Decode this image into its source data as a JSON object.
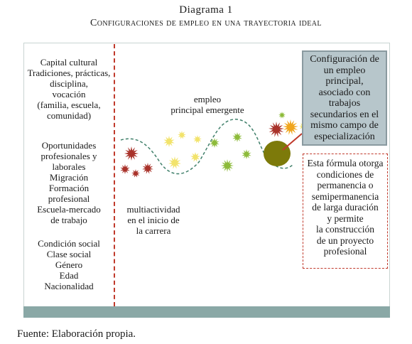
{
  "title_number": "Diagrama 1",
  "title_main": "Configuraciones de empleo en una trayectoria ideal",
  "left_column": {
    "group1": [
      "Capital cultural",
      "Tradiciones, prácticas,",
      "disciplina,",
      "vocación",
      "(familia, escuela,",
      "comunidad)"
    ],
    "group2": [
      "Oportunidades",
      "profesionales y",
      "laborales",
      "Migración",
      "Formación",
      "profesional",
      "Escuela-mercado",
      "de trabajo"
    ],
    "group3": [
      "Condición social",
      "Clase social",
      "Género",
      "Edad",
      "Nacionalidad"
    ]
  },
  "labels": {
    "emergent": [
      "empleo",
      "principal emergente"
    ],
    "multi": [
      "multiactividad",
      "en el inicio de",
      "la carrera"
    ]
  },
  "box_config": [
    "Configuración de",
    "un empleo",
    "principal,",
    "asociado con",
    "trabajos",
    "secundarios en el",
    "mismo campo de",
    "especialización"
  ],
  "box_formula": [
    "Esta fórmula otorga",
    "condiciones de",
    "permanencia o",
    "semipermanencia",
    "de larga duración",
    "y permite",
    "la construcción",
    "de un proyecto",
    "profesional"
  ],
  "source": "Fuente: Elaboración propia.",
  "colors": {
    "separator": "#c0392b",
    "path": "#3f7f6a",
    "red_star": "#a9322a",
    "yellow_star": "#f2e36b",
    "green_star": "#8dbb3a",
    "orange_star": "#f0a51c",
    "main_circle": "#7d7a0a",
    "gray_box": "#b7c6cb",
    "bottom_bar": "#8aa8a6"
  }
}
